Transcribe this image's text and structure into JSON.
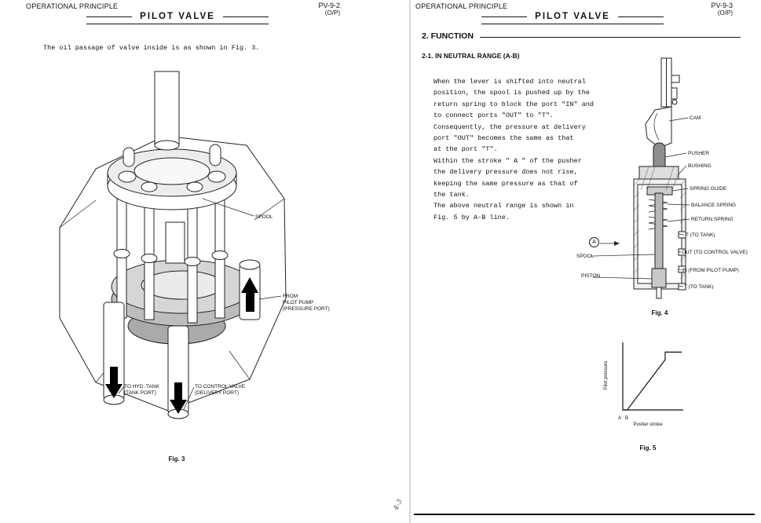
{
  "left_page": {
    "header": {
      "section": "OPERATIONAL PRINCIPLE",
      "page_no": "PV-9-2",
      "sub": "(O/P)"
    },
    "title": "PILOT VALVE",
    "intro": "The oil passage of valve inside is as shown in Fig. 3.",
    "figure3": {
      "caption": "Fig. 3",
      "labels": {
        "spool": "SPOOL",
        "from_pilot_pump": "FROM\nPILOT PUMP\n(PRESSURE PORT)",
        "to_hyd_tank": "TO HYD. TANK\n(TANK PORT)",
        "to_control_valve": "TO CONTROL VALVE\n(DELIVERY PORT)"
      }
    }
  },
  "right_page": {
    "header": {
      "section": "OPERATIONAL PRINCIPLE",
      "page_no": "PV-9-3",
      "sub": "(O/P)"
    },
    "title": "PILOT VALVE",
    "section_heading": "2. FUNCTION",
    "subsection_heading": "2-1. IN NEUTRAL RANGE (A-B)",
    "body_text": "When the lever is shifted into neutral\nposition, the spool is pushed up by the\nreturn spring to block the port \"IN\" and\nto connect ports \"OUT\" to \"T\".\nConsequently, the pressure at delivery\nport \"OUT\" becomes the same as that\nat the port \"T\".\nWithin the stroke \" A \" of the pusher\nthe delivery pressure does not rise,\nkeeping the same pressure as that of\nthe tank.\nThe above neutral range is shown in\nFig. 5 by A-B line.",
    "figure4": {
      "caption": "Fig. 4",
      "labels": {
        "cam": "CAM",
        "pusher": "PUSHER",
        "bushing": "BUSHING",
        "spring_guide": "SPRING GUIDE",
        "balance_spring": "BALANCE SPRING",
        "return_spring": "RETURN SPRING",
        "t_to_tank_upper": "T (TO TANK)",
        "out_to_control_valve": "OUT (TO CONTROL VALVE)",
        "in_from_pilot_pump": "IN (FROM PILOT PUMP)",
        "t_to_tank_lower": "T (TO TANK)",
        "spool": "SPOOL",
        "piston": "PISTON",
        "stroke_marker": "A"
      }
    },
    "figure5": {
      "caption": "Fig. 5"
    },
    "margin_note": "4-3"
  },
  "chart_data": {
    "type": "line",
    "title": "Fig. 5",
    "xlabel": "Pusher stroke",
    "ylabel": "Pilot pressure",
    "x_ticks": [
      "A",
      "B"
    ],
    "axis_ranges_norm": {
      "x": [
        0,
        1
      ],
      "y": [
        0,
        1
      ]
    },
    "grid": false,
    "legend": "none",
    "series": [
      {
        "name": "pilot-pressure-vs-pusher-stroke",
        "points": [
          [
            0,
            0
          ],
          [
            0.09,
            0
          ],
          [
            0.09,
            0.02
          ],
          [
            0.72,
            0.8
          ],
          [
            0.72,
            0.92
          ],
          [
            1,
            0.92
          ]
        ]
      }
    ]
  }
}
